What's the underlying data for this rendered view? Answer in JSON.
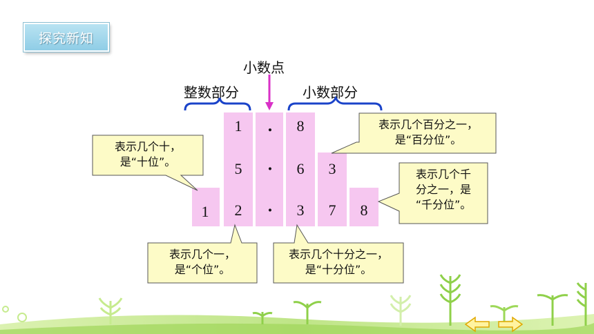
{
  "section_tag": "探究新知",
  "labels": {
    "decimal_point": "小数点",
    "integer_part": "整数部分",
    "decimal_part": "小数部分"
  },
  "rows": {
    "row1": [
      "1",
      ".",
      "8"
    ],
    "row2": [
      "5",
      "·",
      "6",
      "3"
    ],
    "row3": [
      "1",
      "2",
      "·",
      "3",
      "7",
      "8"
    ]
  },
  "callouts": {
    "tens": [
      "表示几个十，",
      "是“十位”。"
    ],
    "ones": [
      "表示几个一，",
      "是“个位”。"
    ],
    "tenths": [
      "表示几个十分之一，",
      "是“十分位”。"
    ],
    "hundredths": [
      "表示几个百分之一，",
      "是“百分位”。"
    ],
    "thousandths": [
      "表示几个千",
      "分之一，是",
      "“千分位”。"
    ]
  },
  "colors": {
    "column_fill": "#f6c7f0",
    "callout_fill": "#fdfbc7",
    "bracket": "#1a43c9",
    "arrow": "#d931c7",
    "tag_fill": "#a6d8ec"
  }
}
